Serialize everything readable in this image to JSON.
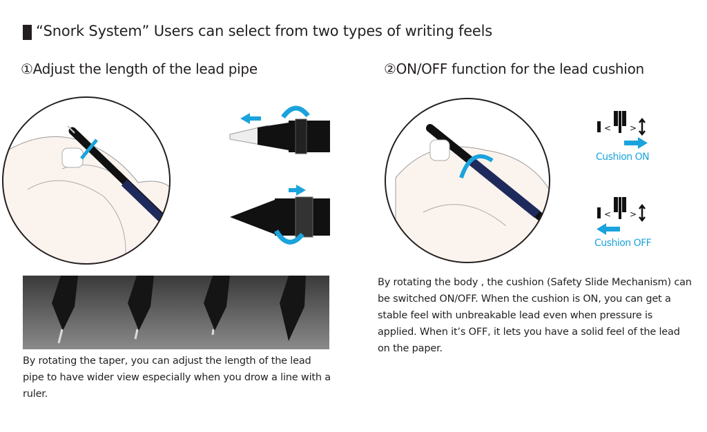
{
  "title": "“Snork System” Users can select from two types of writing feels",
  "sections": [
    {
      "heading": "①Adjust the length of the lead pipe",
      "description": "By rotating the taper, you can adjust the length of the lead pipe to have wider view especially when you drow a line with a ruler."
    },
    {
      "heading": "②ON/OFF function for the lead cushion",
      "description": "By rotating the body , the cushion (Safety Slide Mechanism) can be switched ON/OFF. When the cushion is ON, you can get a stable feel with unbreakable lead even when pressure is applied. When it’s OFF, it lets you have a solid feel of the lead on the paper.",
      "cushion_on_label": "Cushion ON",
      "cushion_off_label": "Cushion OFF"
    }
  ],
  "colors": {
    "accent": "#1aa3dc",
    "pen_body": "#1f2a5c",
    "text": "#231f20"
  }
}
